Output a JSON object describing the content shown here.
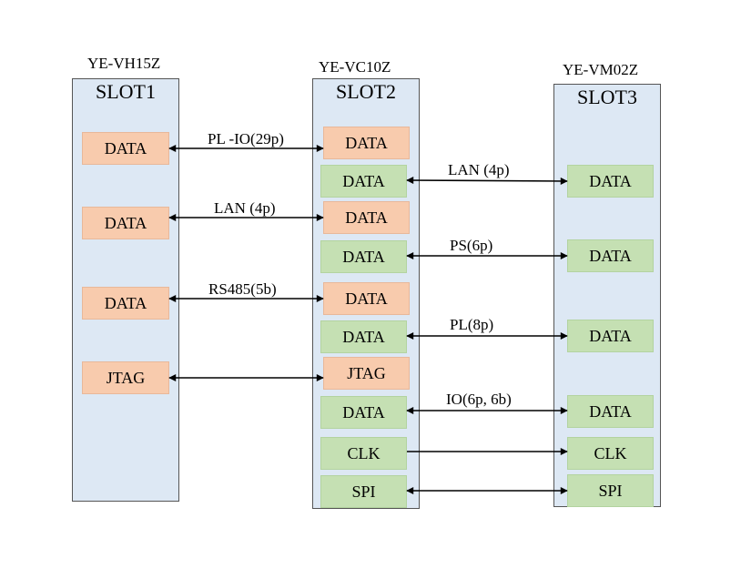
{
  "slots": [
    {
      "model": "YE-VH15Z",
      "title": "SLOT1"
    },
    {
      "model": "YE-VC10Z",
      "title": "SLOT2"
    },
    {
      "model": "YE-VM02Z",
      "title": "SLOT3"
    }
  ],
  "slot1_ports": [
    "DATA",
    "DATA",
    "DATA",
    "JTAG"
  ],
  "slot2_ports": [
    "DATA",
    "DATA",
    "DATA",
    "DATA",
    "DATA",
    "DATA",
    "JTAG",
    "DATA",
    "CLK",
    "SPI"
  ],
  "slot3_ports": [
    "DATA",
    "DATA",
    "DATA",
    "DATA",
    "CLK",
    "SPI"
  ],
  "links_left": [
    "PL -IO(29p)",
    "LAN (4p)",
    "RS485(5b)",
    ""
  ],
  "links_right": [
    "LAN (4p)",
    "PS(6p)",
    "PL(8p)",
    "IO(6p, 6b)",
    "",
    ""
  ],
  "colors": {
    "slot_fill": "#dde8f4",
    "orange_port": "#f8cbad",
    "green_port": "#c5e0b3"
  }
}
